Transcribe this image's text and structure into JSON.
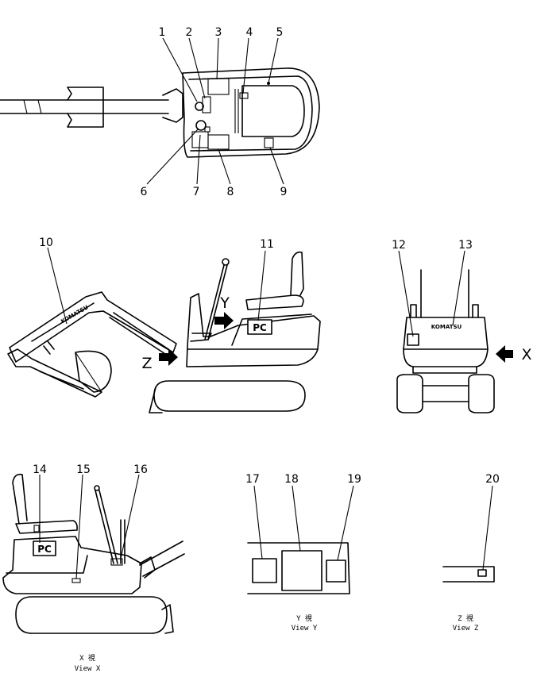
{
  "callouts": [
    "1",
    "2",
    "3",
    "4",
    "5",
    "6",
    "7",
    "8",
    "9",
    "10",
    "11",
    "12",
    "13",
    "14",
    "15",
    "16",
    "17",
    "18",
    "19",
    "20"
  ],
  "arrows": {
    "y": "Y",
    "z": "Z",
    "x": "X"
  },
  "plates": {
    "pc_side": "PC",
    "pc_view_x": "PC"
  },
  "logo": {
    "boom": "KOMATSU",
    "rear": "KOMATSU"
  },
  "captions": {
    "view_y_kanji": "Y 視",
    "view_y": "View Y",
    "view_z_kanji": "Z 視",
    "view_z": "View Z",
    "view_x_kanji": "X 視",
    "view_x": "View X"
  }
}
